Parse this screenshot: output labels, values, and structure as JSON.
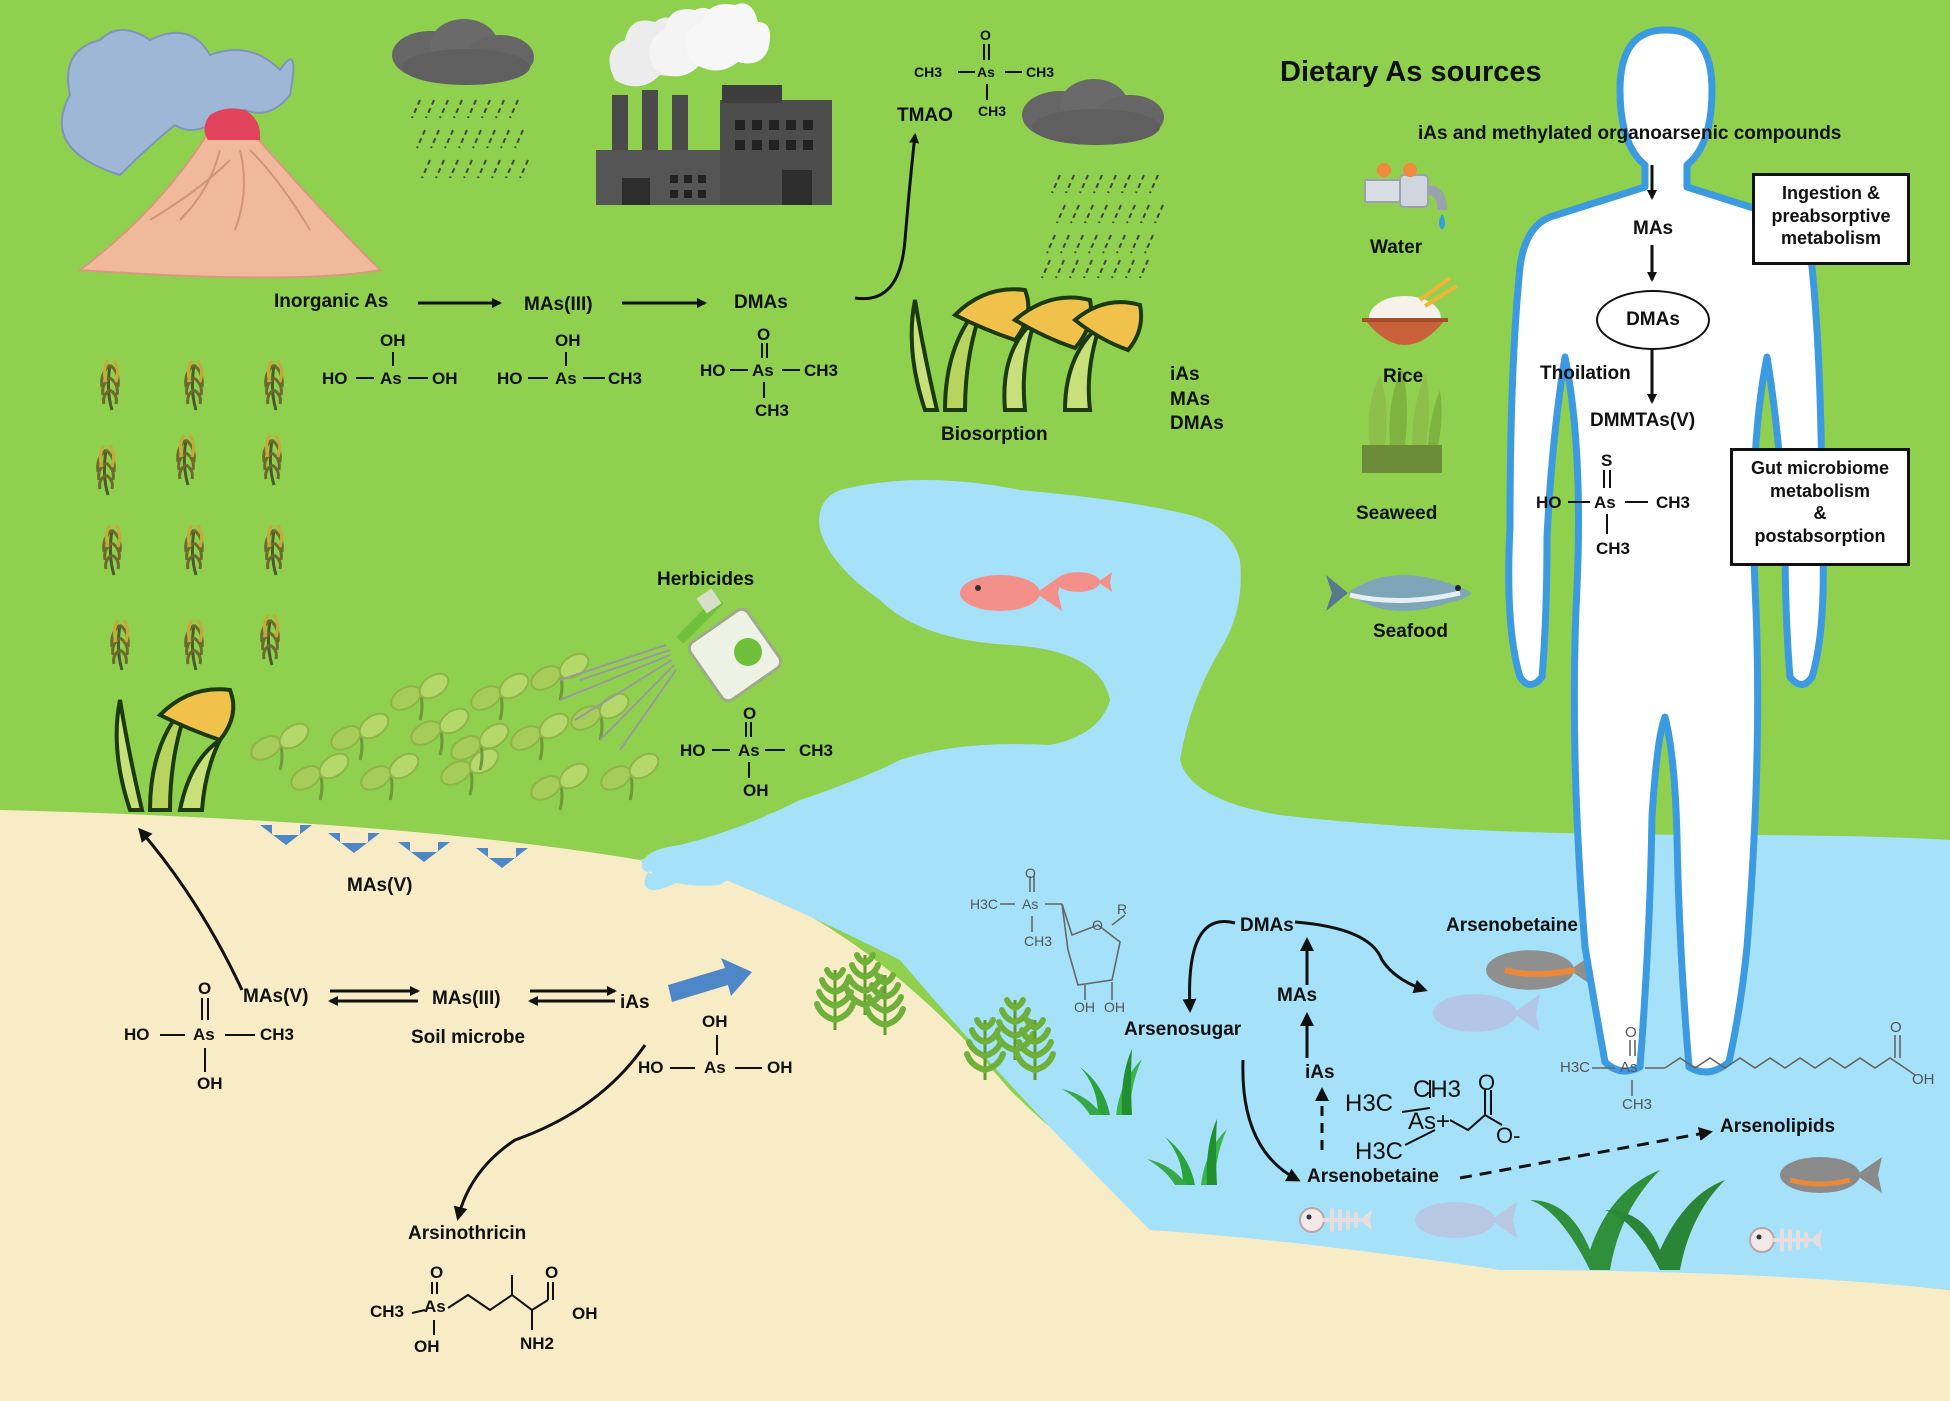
{
  "labels": {
    "dietary_title": "Dietary As sources",
    "ias_methylated": "iAs and methylated organoarsenic compounds",
    "body_mas": "MAs",
    "body_dmas": "DMAs",
    "thoilation": "Thoilation",
    "dmmtas": "DMMTAs(V)",
    "inorganic_as": "Inorganic As",
    "mas_iii_top": "MAs(III)",
    "dmas_top": "DMAs",
    "tmao": "TMAO",
    "biosorption": "Biosorption",
    "biosorption_list": [
      "iAs",
      "MAs",
      "DMAs"
    ],
    "water": "Water",
    "rice": "Rice",
    "seaweed": "Seaweed",
    "seafood": "Seafood",
    "herbicides": "Herbicides",
    "mas_v_flow": "MAs(V)",
    "mas_v_soil": "MAs(V)",
    "mas_iii_soil": "MAs(III)",
    "soil_microbe": "Soil microbe",
    "ias_soil": "iAs",
    "arsinothricin": "Arsinothricin",
    "dmas_water": "DMAs",
    "mas_water": "MAs",
    "ias_water": "iAs",
    "arsenosugar": "Arsenosugar",
    "arsenobetaine_water": "Arsenobetaine",
    "arsenobetaine_fish": "Arsenobetaine",
    "arsenolipids": "Arsenolipids"
  },
  "boxes": {
    "ingestion": [
      "Ingestion &",
      "preabsorptive",
      "metabolism"
    ],
    "gut": [
      "Gut microbiome",
      "metabolism",
      "&",
      "postabsorption"
    ]
  },
  "chem": {
    "oh": "OH",
    "ho": "HO",
    "as": "As",
    "ch3": "CH3",
    "h3c": "H3C",
    "o": "O",
    "s": "S",
    "r": "R",
    "nh2": "NH2",
    "as_plus": "As+",
    "o_minus": "O-"
  },
  "colors": {
    "land": "#8fd04f",
    "water": "#a5e1f8",
    "soil": "#f8ecc7",
    "arrow": "#111111",
    "blue_arrow": "#4e87c8",
    "body_outline": "#3c9be0"
  },
  "icons": [
    "volcano-icon",
    "cloud-icon",
    "rain-icon",
    "factory-icon",
    "rice-plant-icon",
    "seedling-icon",
    "sprayer-icon",
    "fish-icon",
    "fish-skeleton-icon",
    "water-tap-icon",
    "rice-bowl-icon",
    "seaweed-icon",
    "tuna-icon",
    "human-body-icon"
  ]
}
